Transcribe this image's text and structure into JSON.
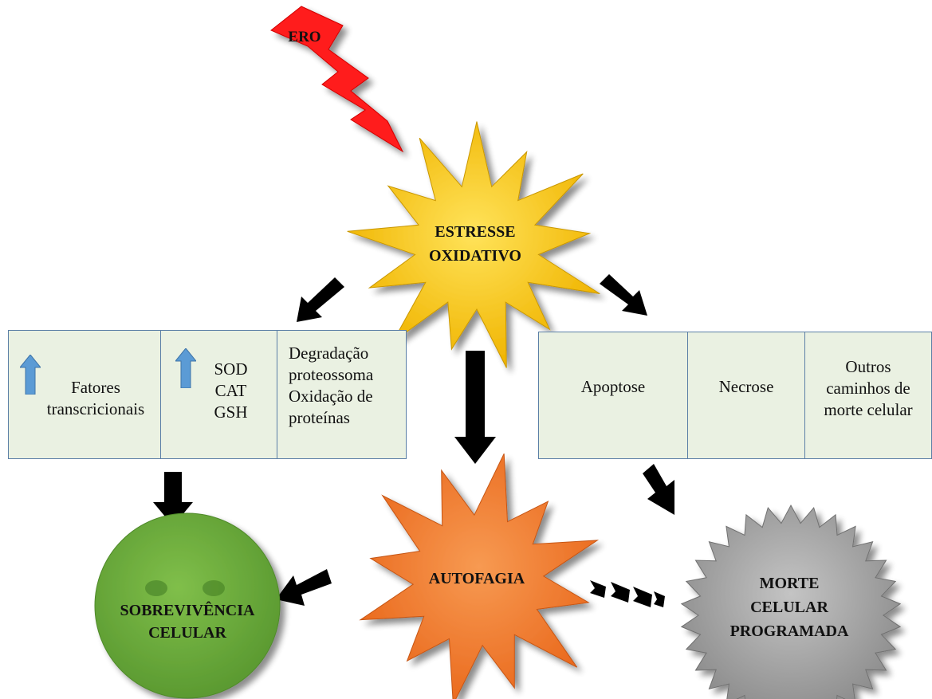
{
  "trigger": {
    "label": "ERO"
  },
  "center": {
    "line1": "ESTRESSE",
    "line2": "OXIDATIVO"
  },
  "left_box": {
    "cells": [
      {
        "text": "Fatores\ntranscricionais",
        "arrow": "up-arrow-icon"
      },
      {
        "text": "SOD\nCAT\nGSH",
        "arrow": "up-arrow-icon"
      },
      {
        "text": "Degradação\nproteossoma\nOxidação de\nproteínas"
      }
    ]
  },
  "right_box": {
    "cells": [
      {
        "text": "Apoptose"
      },
      {
        "text": "Necrose"
      },
      {
        "text": "Outros\ncaminhos de\nmorte celular"
      }
    ]
  },
  "autophagy": {
    "label": "AUTOFAGIA"
  },
  "survival": {
    "line1": "SOBREVIVÊNCIA",
    "line2": "CELULAR"
  },
  "death": {
    "line1": "MORTE",
    "line2": "CELULAR",
    "line3": "PROGRAMADA"
  },
  "colors": {
    "lightning": "#ff1a1a",
    "stress_star": "#f5c215",
    "autophagy_star": "#f07f2e",
    "survival_circle": "#6aaa3a",
    "death_star": "#9a9a9a",
    "box_fill": "#eaf1e2",
    "box_border": "#5b7fa6",
    "up_arrow": "#5b9bd5",
    "flow_arrow": "#000000"
  }
}
